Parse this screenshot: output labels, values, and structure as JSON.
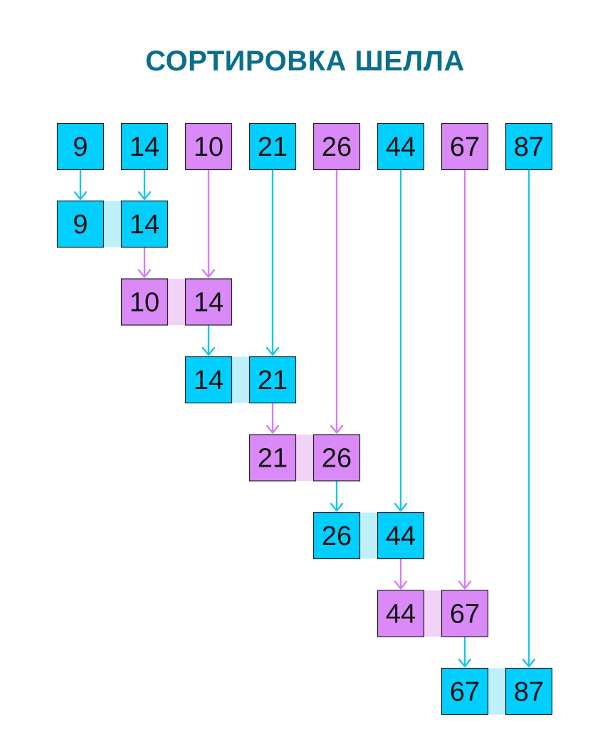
{
  "title": "СОРТИРОВКА ШЕЛЛА",
  "colors": {
    "title": "#0b6e8c",
    "blue": "#00cfff",
    "blue_light": "#bdf0fb",
    "purple": "#d98af7",
    "purple_light": "#f3d2f8",
    "blue_arrow": "#16c6ef",
    "purple_arrow": "#d27ff0",
    "highlight_text": "#0b6e8c"
  },
  "initial_row": [
    {
      "value": "9",
      "color": "blue"
    },
    {
      "value": "14",
      "color": "blue"
    },
    {
      "value": "10",
      "color": "purple"
    },
    {
      "value": "21",
      "color": "blue"
    },
    {
      "value": "26",
      "color": "purple"
    },
    {
      "value": "44",
      "color": "blue"
    },
    {
      "value": "67",
      "color": "purple"
    },
    {
      "value": "87",
      "color": "blue",
      "text_color": "highlight_text"
    }
  ],
  "comparisons": [
    {
      "left": "9",
      "right": "14",
      "color": "blue"
    },
    {
      "left": "10",
      "right": "14",
      "color": "purple"
    },
    {
      "left": "14",
      "right": "21",
      "color": "blue"
    },
    {
      "left": "21",
      "right": "26",
      "color": "purple"
    },
    {
      "left": "26",
      "right": "44",
      "color": "blue"
    },
    {
      "left": "44",
      "right": "67",
      "color": "purple"
    },
    {
      "left": "67",
      "right": "87",
      "color": "blue"
    }
  ]
}
